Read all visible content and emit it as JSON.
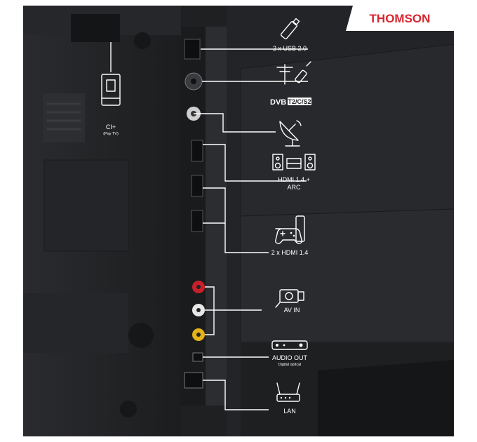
{
  "brand": {
    "name": "THOMSON",
    "color": "#d9252e"
  },
  "colors": {
    "panel": "#1f2022",
    "text": "#ffffff",
    "rca_red": "#c8202a",
    "rca_white": "#e8e8e8",
    "rca_yellow": "#e3b21a"
  },
  "ports": {
    "usb": "2 x USB 2.0",
    "dvb_prefix": "DVB",
    "dvb_suffix": "T2/C/S2",
    "hdmi_arc_line1": "HDMI 1.4 +",
    "hdmi_arc_line2": "ARC",
    "hdmi_2x": "2 x HDMI 1.4",
    "ci_main": "CI+",
    "ci_sub": "(Pay TV)",
    "av_in": "AV IN",
    "audio_out": "AUDIO OUT",
    "audio_out_sub": "Digital optical",
    "lan": "LAN"
  },
  "icons": [
    "usb-stick-icon",
    "antenna-cable-icon",
    "satellite-dish-icon",
    "soundbar-speakers-icon",
    "game-console-icon",
    "camcorder-icon",
    "optical-audio-icon",
    "router-icon",
    "ci-card-icon"
  ]
}
